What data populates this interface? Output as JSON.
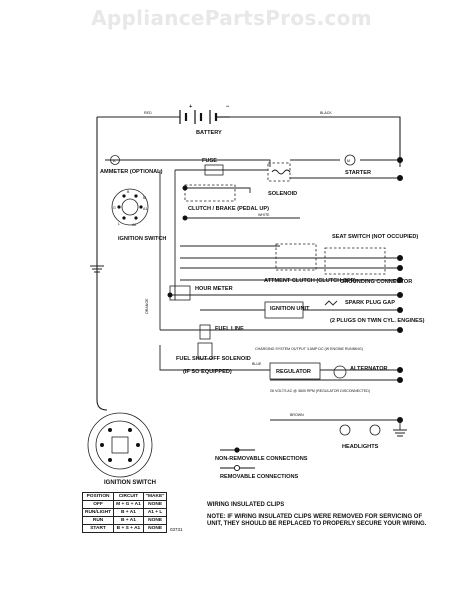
{
  "watermark": "AppliancePartsPros.com",
  "diagram": {
    "battery": "BATTERY",
    "ammeter": "AMMETER (OPTIONAL)",
    "fuse": "FUSE",
    "solenoid": "SOLENOID",
    "starter": "STARTER",
    "clutch_brake": "CLUTCH / BRAKE (PEDAL UP)",
    "ignition_switch": "IGNITION SWITCH",
    "seat_switch": "SEAT SWITCH (NOT OCCUPIED)",
    "attment_clutch": "ATTMENT CLUTCH (CLUTCH OFF)",
    "grounding_connector": "GROUNDING CONNECTOR",
    "hour_meter": "HOUR METER",
    "ignition_unit": "IGNITION UNIT",
    "spark_plug_gap": "SPARK PLUG GAP",
    "spark_plug_note": "(2 PLUGS ON TWIN CYL. ENGINES)",
    "fuel_line": "FUEL LINE",
    "fuel_shutoff": "FUEL SHUT-OFF SOLENOID",
    "if_so_equipped": "(IF SO EQUIPPED)",
    "regulator": "REGULATOR",
    "alternator": "ALTERNATOR",
    "charging_output": "CHARGING SYSTEM OUTPUT 3 AMP DC (W ENGINE RUNNING)",
    "ac_note": "26 VOLTS AC @ 3600 RPM (REGULATOR DISCONNECTED)",
    "headlights": "HEADLIGHTS",
    "non_removable": "NON-REMOVABLE CONNECTIONS",
    "removable": "REMOVABLE CONNECTIONS",
    "wire_red": "RED",
    "wire_black": "BLACK",
    "wire_white": "WHITE",
    "wire_orange": "ORANGE",
    "wire_blue": "BLUE",
    "wire_brown": "BROWN",
    "plus": "+",
    "minus": "−",
    "term_a": "A",
    "term_m": "M",
    "term_s": "S",
    "term_b": "B",
    "term_g": "G",
    "term_l": "L",
    "term_a1": "A1",
    "term_a2": "A2"
  },
  "ignition_table": {
    "title": "IGNITION SWITCH",
    "headers": [
      "POSITION",
      "CIRCUIT",
      "\"MAKE\""
    ],
    "rows": [
      [
        "OFF",
        "M + G + A1",
        "NONE"
      ],
      [
        "RUN/LIGHT",
        "B + A1",
        "A1 + L"
      ],
      [
        "RUN",
        "B + A1",
        "NONE"
      ],
      [
        "START",
        "B + S + A1",
        "NONE"
      ]
    ]
  },
  "clips": {
    "title": "WIRING INSULATED CLIPS",
    "note": "NOTE: IF WIRING INSULATED CLIPS WERE REMOVED FOR SERVICING OF UNIT, THEY SHOULD BE REPLACED TO PROPERLY SECURE YOUR WIRING."
  },
  "figure_number": "03731"
}
